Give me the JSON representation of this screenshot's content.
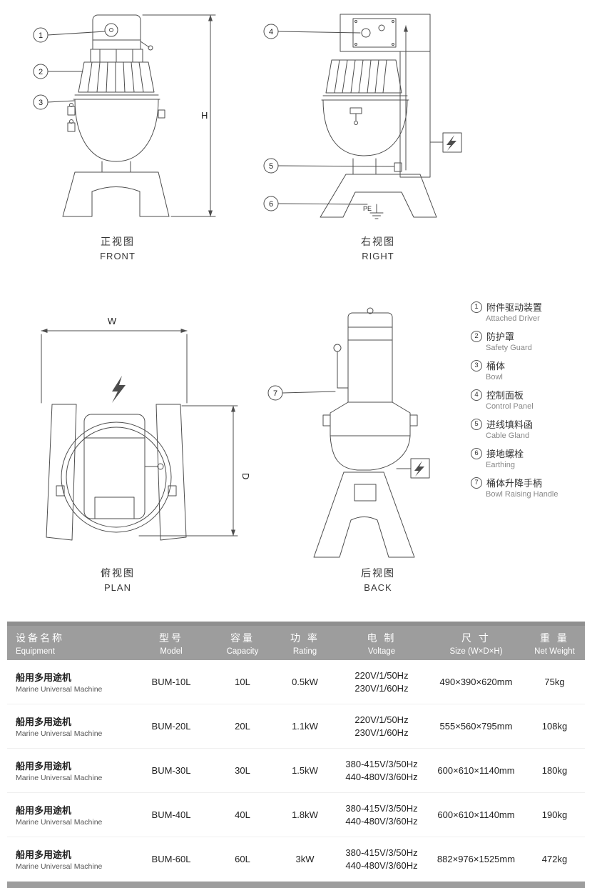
{
  "page": {
    "line_color": "#4d4d4d",
    "header_bg": "#9d9d9d"
  },
  "views": {
    "front": {
      "title_zh": "正视图",
      "title_en": "FRONT"
    },
    "right": {
      "title_zh": "右视图",
      "title_en": "RIGHT"
    },
    "plan": {
      "title_zh": "俯视图",
      "title_en": "PLAN"
    },
    "back": {
      "title_zh": "后视图",
      "title_en": "BACK"
    }
  },
  "dims": {
    "h": "H",
    "w": "W",
    "d": "D",
    "pe": "PE"
  },
  "legend": {
    "items": [
      {
        "num": "1",
        "zh": "附件驱动装置",
        "en": "Attached Driver"
      },
      {
        "num": "2",
        "zh": "防护罩",
        "en": "Safety Guard"
      },
      {
        "num": "3",
        "zh": "桶体",
        "en": "Bowl"
      },
      {
        "num": "4",
        "zh": "控制面板",
        "en": "Control Panel"
      },
      {
        "num": "5",
        "zh": "进线填料函",
        "en": "Cable Gland"
      },
      {
        "num": "6",
        "zh": "接地螺栓",
        "en": "Earthing"
      },
      {
        "num": "7",
        "zh": "桶体升降手柄",
        "en": "Bowl Raising Handle"
      }
    ]
  },
  "table": {
    "headers": {
      "equipment": {
        "zh": "设备名称",
        "en": "Equipment"
      },
      "model": {
        "zh": "型号",
        "en": "Model"
      },
      "capacity": {
        "zh": "容量",
        "en": "Capacity"
      },
      "rating": {
        "zh": "功 率",
        "en": "Rating"
      },
      "voltage": {
        "zh": "电 制",
        "en": "Voltage"
      },
      "size": {
        "zh": "尺 寸",
        "en": "Size (W×D×H)"
      },
      "weight": {
        "zh": "重 量",
        "en": "Net Weight"
      }
    },
    "rows": [
      {
        "equipment_zh": "船用多用途机",
        "equipment_en": "Marine Universal Machine",
        "model": "BUM-10L",
        "capacity": "10L",
        "rating": "0.5kW",
        "voltage1": "220V/1/50Hz",
        "voltage2": "230V/1/60Hz",
        "size": "490×390×620mm",
        "weight": "75kg"
      },
      {
        "equipment_zh": "船用多用途机",
        "equipment_en": "Marine Universal Machine",
        "model": "BUM-20L",
        "capacity": "20L",
        "rating": "1.1kW",
        "voltage1": "220V/1/50Hz",
        "voltage2": "230V/1/60Hz",
        "size": "555×560×795mm",
        "weight": "108kg"
      },
      {
        "equipment_zh": "船用多用途机",
        "equipment_en": "Marine Universal Machine",
        "model": "BUM-30L",
        "capacity": "30L",
        "rating": "1.5kW",
        "voltage1": "380-415V/3/50Hz",
        "voltage2": "440-480V/3/60Hz",
        "size": "600×610×1140mm",
        "weight": "180kg"
      },
      {
        "equipment_zh": "船用多用途机",
        "equipment_en": "Marine Universal Machine",
        "model": "BUM-40L",
        "capacity": "40L",
        "rating": "1.8kW",
        "voltage1": "380-415V/3/50Hz",
        "voltage2": "440-480V/3/60Hz",
        "size": "600×610×1140mm",
        "weight": "190kg"
      },
      {
        "equipment_zh": "船用多用途机",
        "equipment_en": "Marine Universal Machine",
        "model": "BUM-60L",
        "capacity": "60L",
        "rating": "3kW",
        "voltage1": "380-415V/3/50Hz",
        "voltage2": "440-480V/3/60Hz",
        "size": "882×976×1525mm",
        "weight": "472kg"
      }
    ]
  }
}
